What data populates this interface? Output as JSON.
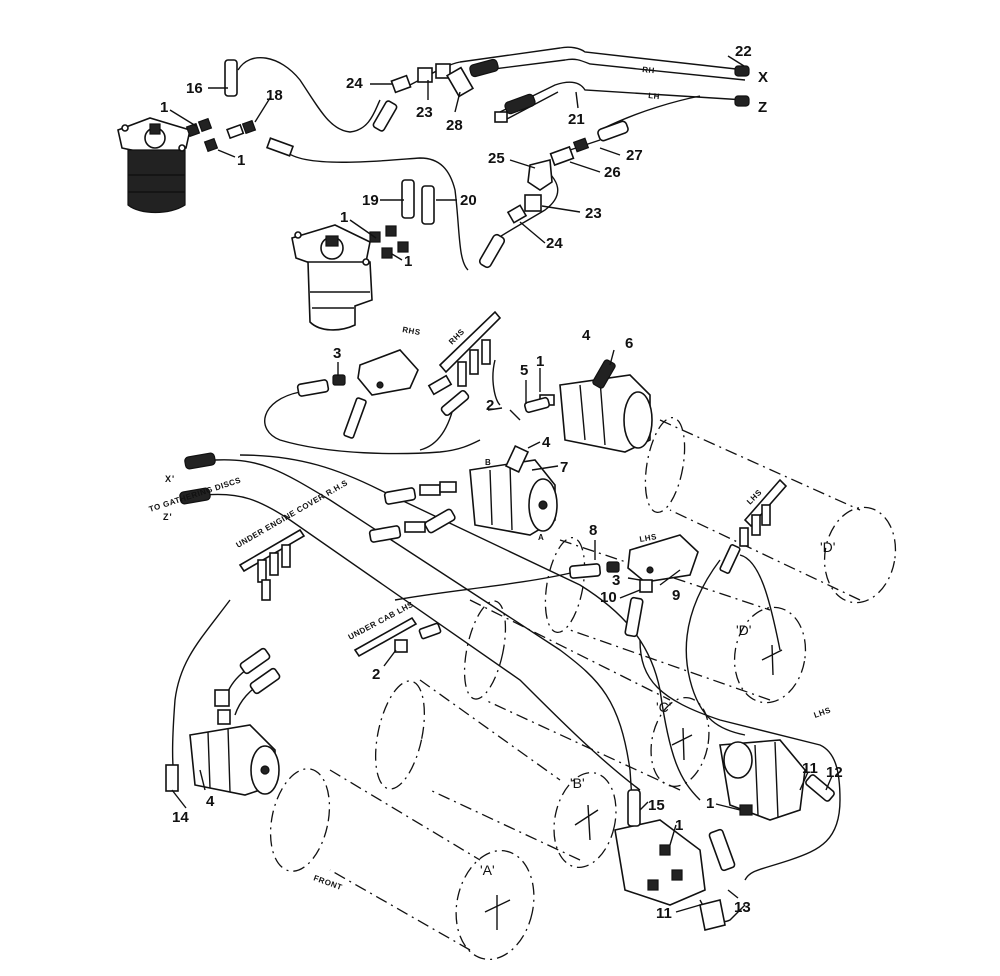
{
  "part_numbers": {
    "p1": "1",
    "p2": "2",
    "p3": "3",
    "p4": "4",
    "p5": "5",
    "p6": "6",
    "p7": "7",
    "p8": "8",
    "p9": "9",
    "p10": "10",
    "p11": "11",
    "p12": "12",
    "p13": "13",
    "p14": "14",
    "p15": "15",
    "p16": "16",
    "p18": "18",
    "p19": "19",
    "p20": "20",
    "p21": "21",
    "p22": "22",
    "p23": "23",
    "p24": "24",
    "p25": "25",
    "p26": "26",
    "p27": "27",
    "p28": "28"
  },
  "pipe_labels": {
    "rh": "RH",
    "lh": "LH",
    "x": "X",
    "z": "Z",
    "x_prime": "X'",
    "z_prime": "Z'"
  },
  "annotations": {
    "rhs": "RHS",
    "lhs": "LHS",
    "to_gathering_discs": "TO GATHERING DISCS",
    "under_engine_cover": "UNDER ENGINE COVER R.H.S",
    "under_cab": "UNDER CAB LHS",
    "front": "FRONT",
    "port_a": "A",
    "port_b": "B"
  },
  "rollers": {
    "a": "'A'",
    "b": "'B'",
    "c": "'C'",
    "d": "'D'"
  }
}
